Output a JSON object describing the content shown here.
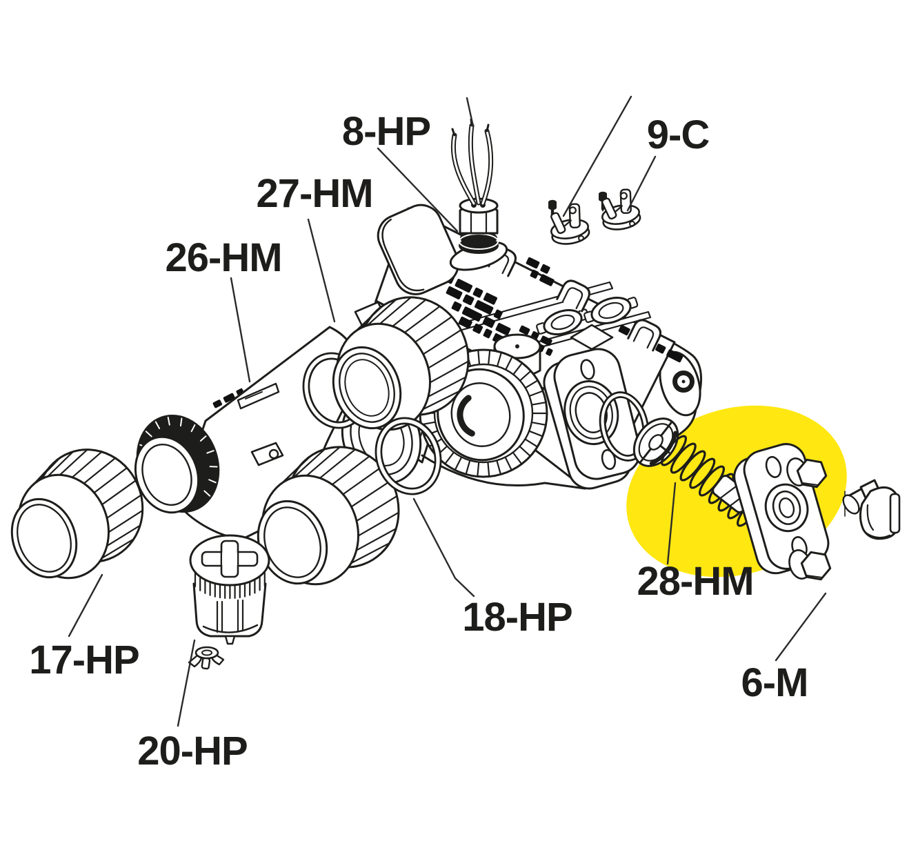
{
  "diagram": {
    "type": "exploded-parts-diagram",
    "subject": "valve assembly",
    "line_color": "#1d1d1b",
    "background": "#ffffff"
  },
  "highlight": {
    "color": "#ffe712",
    "highlighted_part": "28-HM"
  },
  "labels": [
    {
      "id": "8-HP",
      "text": "8-HP"
    },
    {
      "id": "9-C",
      "text": "9-C"
    },
    {
      "id": "27-HM",
      "text": "27-HM"
    },
    {
      "id": "26-HM",
      "text": "26-HM"
    },
    {
      "id": "17-HP",
      "text": "17-HP"
    },
    {
      "id": "18-HP",
      "text": "18-HP"
    },
    {
      "id": "20-HP",
      "text": "20-HP"
    },
    {
      "id": "28-HM",
      "text": "28-HM"
    },
    {
      "id": "6-M",
      "text": "6-M"
    }
  ]
}
